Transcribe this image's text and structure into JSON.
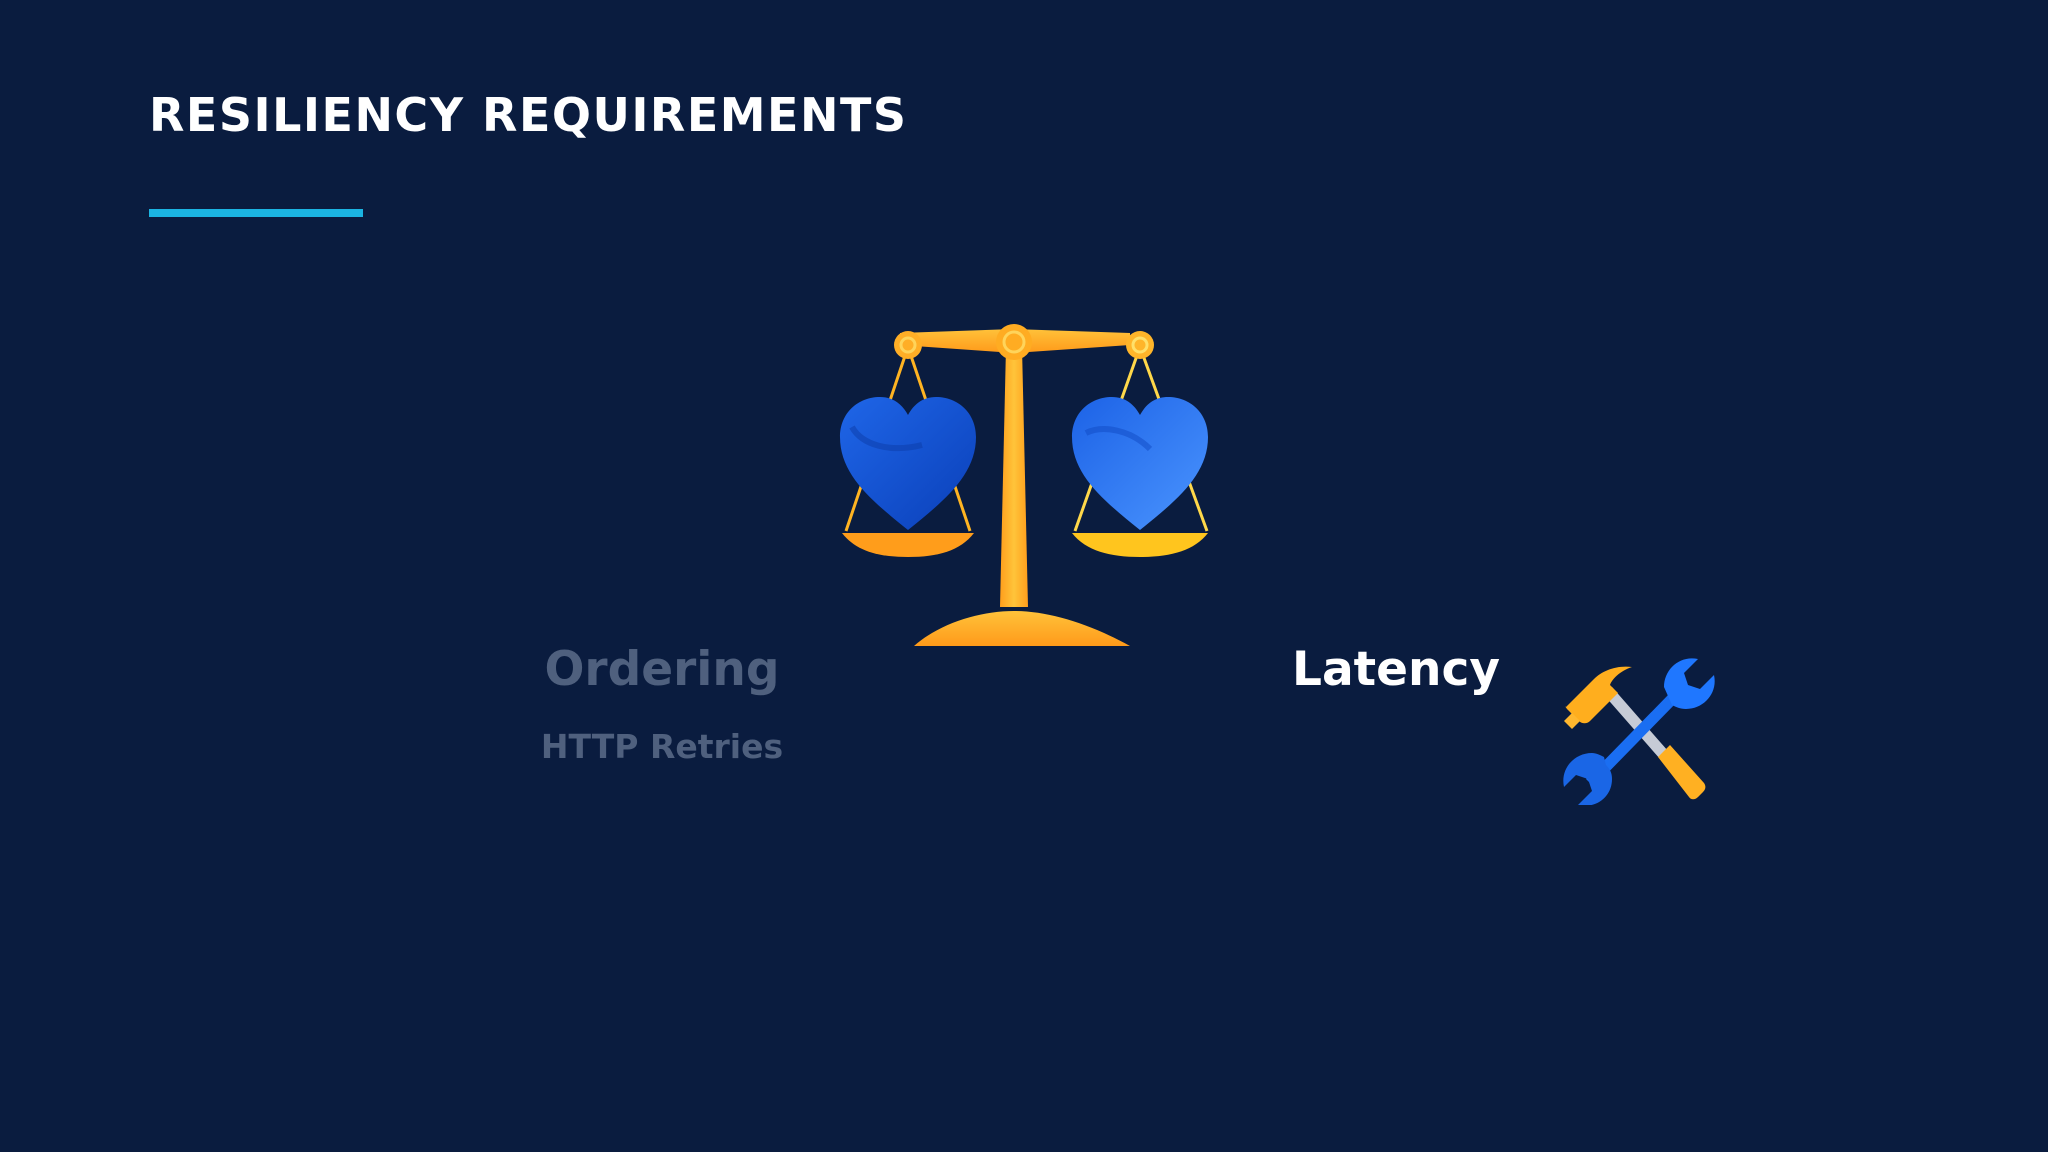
{
  "slide": {
    "title": "RESILIENCY REQUIREMENTS"
  },
  "left_item": {
    "title": "Ordering",
    "subtitle": "HTTP Retries"
  },
  "right_item": {
    "title": "Latency"
  },
  "icons": {
    "main": "balance-scale-with-hearts",
    "right": "hammer-and-wrench"
  },
  "colors": {
    "background": "#0a1c3f",
    "accent_line": "#1bb4e2",
    "title_text": "#ffffff",
    "muted_text": "#4f607e",
    "gold": "#ffab1f",
    "blue": "#1a6ef2"
  }
}
